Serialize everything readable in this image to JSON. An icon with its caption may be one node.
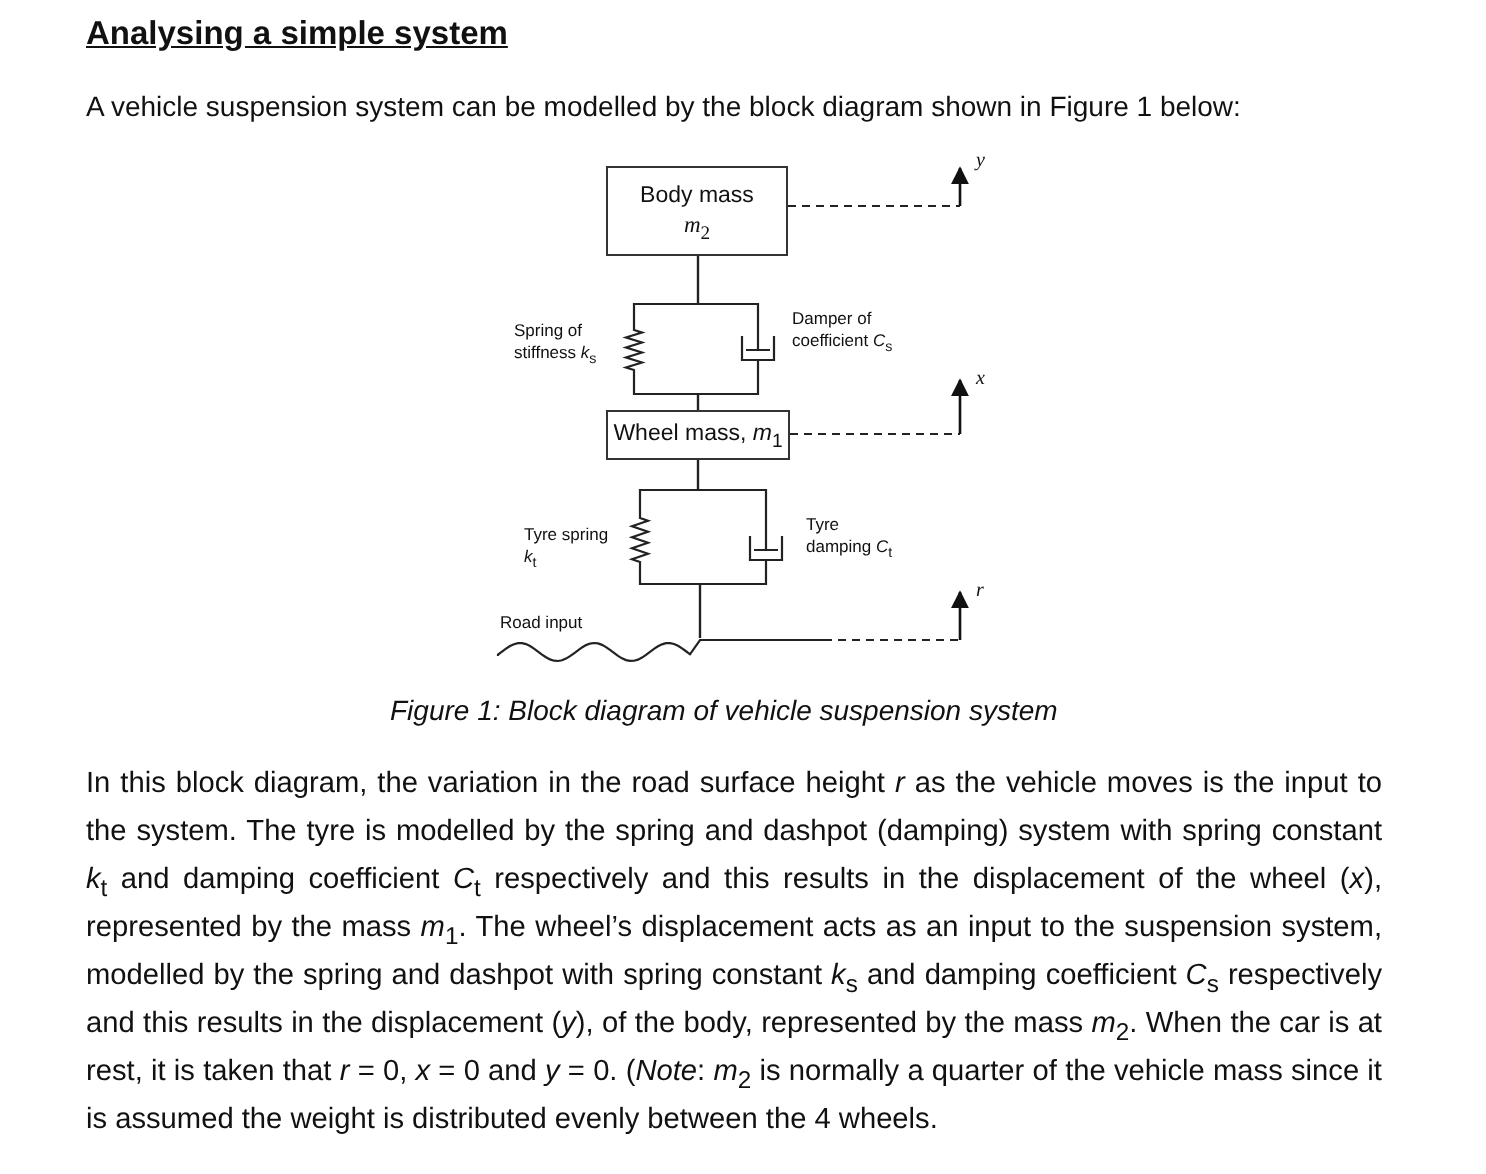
{
  "diagram": {
    "title": "Analysing a simple system",
    "caption": "Figure 1: Block diagram of vehicle suspension system",
    "nodes": [
      {
        "text": [
          "Body mass",
          "*m*$_{2}$"
        ]
      },
      {
        "text": [],
        "shape": "spring",
        "beside": [
          "Spring of stiffness *k*$_{s}$"
        ]
      },
      {
        "text": [],
        "shape": "damper",
        "beside": [
          "Damper of coefficient *C*$_{s}$"
        ]
      },
      {
        "text": [
          "Wheel mass, *m*$_{1}$"
        ]
      },
      {
        "text": [],
        "shape": "spring",
        "beside": [
          "Tyre spring *k*$_{t}$"
        ]
      },
      {
        "text": [],
        "shape": "damper",
        "beside": [
          "Tyre damping *C*$_{t}$"
        ]
      },
      {
        "text": [],
        "shape": "road",
        "beside": [
          "Road input"
        ]
      }
    ],
    "edges": [
      {
        "from": 0,
        "to": 1,
        "arrow": "none"
      },
      {
        "from": 0,
        "to": 2,
        "arrow": "none"
      },
      {
        "from": 1,
        "to": 3,
        "arrow": "none"
      },
      {
        "from": 2,
        "to": 3,
        "arrow": "none"
      },
      {
        "from": 3,
        "to": 4,
        "arrow": "none"
      },
      {
        "from": 3,
        "to": 5,
        "arrow": "none"
      },
      {
        "from": 4,
        "to": 6,
        "arrow": "none"
      },
      {
        "from": 5,
        "to": 6,
        "arrow": "none"
      }
    ],
    "labels": [
      "A vehicle suspension system can be modelled by the block diagram shown in Figure 1 below:",
      "*y*",
      "*x*",
      "*r*",
      "In this block diagram, the variation in the road surface height *r*  as the vehicle moves is the input to the system. The tyre is modelled by the spring and dashpot (damping) system with spring constant *k*$_{t}$ and damping coefficient *C*$_{t}$ respectively and this results in the displacement of the wheel (*x*), represented by the mass *m*$_{1}$. The wheel’s displacement acts as an input to the suspension system, modelled by the spring and dashpot with spring constant *k*$_{s}$ and damping coefficient *C*$_{s}$ respectively and this results in the displacement (*y*), of the body, represented by the mass *m*$_{2}$. When the car is at rest, it is taken that *r* = 0, *x* = 0 and *y* = 0. (*Note*: *m*$_{2}$ is normally a quarter of the vehicle mass since it is assumed the weight is distributed evenly between the 4 wheels."
    ]
  }
}
